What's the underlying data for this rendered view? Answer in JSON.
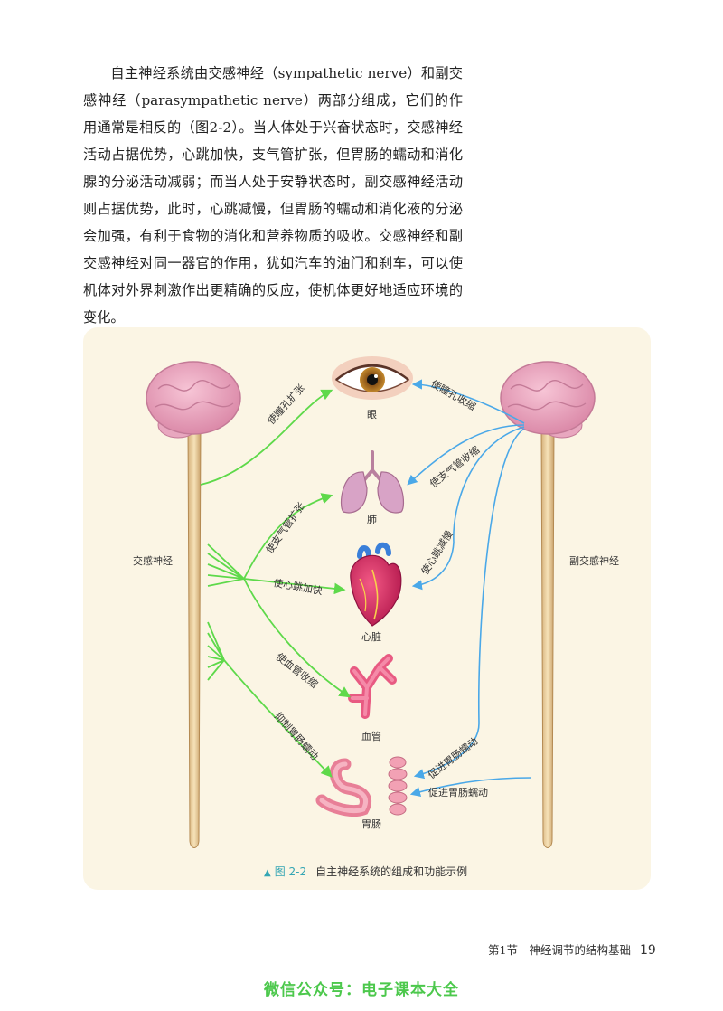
{
  "body_text": "自主神经系统由交感神经（sympathetic nerve）和副交感神经（parasympathetic nerve）两部分组成，它们的作用通常是相反的（图2-2）。当人体处于兴奋状态时，交感神经活动占据优势，心跳加快，支气管扩张，但胃肠的蠕动和消化腺的分泌活动减弱；而当人处于安静状态时，副交感神经活动则占据优势，此时，心跳减慢，但胃肠的蠕动和消化液的分泌会加强，有利于食物的消化和营养物质的吸收。交感神经和副交感神经对同一器官的作用，犹如汽车的油门和刹车，可以使机体对外界刺激作出更精确的反应，使机体更好地适应环境的变化。",
  "figure": {
    "left_label": "交感神经",
    "right_label": "副交感神经",
    "organs": {
      "eye": "眼",
      "lung": "肺",
      "heart": "心脏",
      "vessel": "血管",
      "gut": "胃肠"
    },
    "sympathetic_effects": {
      "pupil": "使瞳孔扩张",
      "bronchi": "使支气管扩张",
      "heart": "使心跳加快",
      "vessel": "使血管收缩",
      "gut": "抑制胃肠蠕动"
    },
    "parasympathetic_effects": {
      "pupil": "使瞳孔收缩",
      "bronchi": "使支气管收缩",
      "heart": "使心跳减慢",
      "gut_1": "促进胃肠蠕动",
      "gut_2": "促进胃肠蠕动"
    },
    "colors": {
      "sympathetic": "#5ed94a",
      "parasympathetic": "#4aa8e8",
      "panel": "#fbf5e4"
    }
  },
  "caption": {
    "number": "图 2-2",
    "text": "自主神经系统的组成和功能示例"
  },
  "footer": {
    "section": "第1节　神经调节的结构基础",
    "page": "19"
  },
  "watermark": "微信公众号：电子课本大全"
}
